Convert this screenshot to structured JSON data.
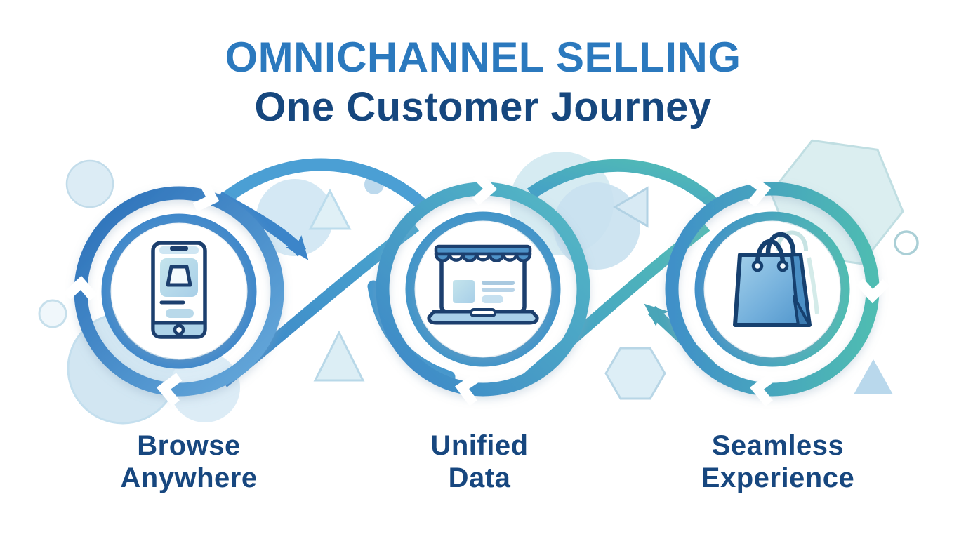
{
  "palette": {
    "background": "#ffffff",
    "title-blue": "#2b79be",
    "title-navy": "#16477e",
    "label-navy": "#17477f",
    "ring-blue": "#3a82c6",
    "ring-teal": "#52bdb4",
    "icon-stroke-navy": "#1c3f6e",
    "light-blue": "#cfe4f2"
  },
  "header": {
    "title": "OMNICHANNEL SELLING",
    "subtitle": "One Customer Journey"
  },
  "journey": {
    "nodes": [
      {
        "icon": "smartphone-shopping-icon",
        "label_line1": "Browse",
        "label_line2": "Anywhere"
      },
      {
        "icon": "laptop-storefront-icon",
        "label_line1": "Unified",
        "label_line2": "Data"
      },
      {
        "icon": "shopping-bag-icon",
        "label_line1": "Seamless",
        "label_line2": "Experience"
      }
    ]
  }
}
